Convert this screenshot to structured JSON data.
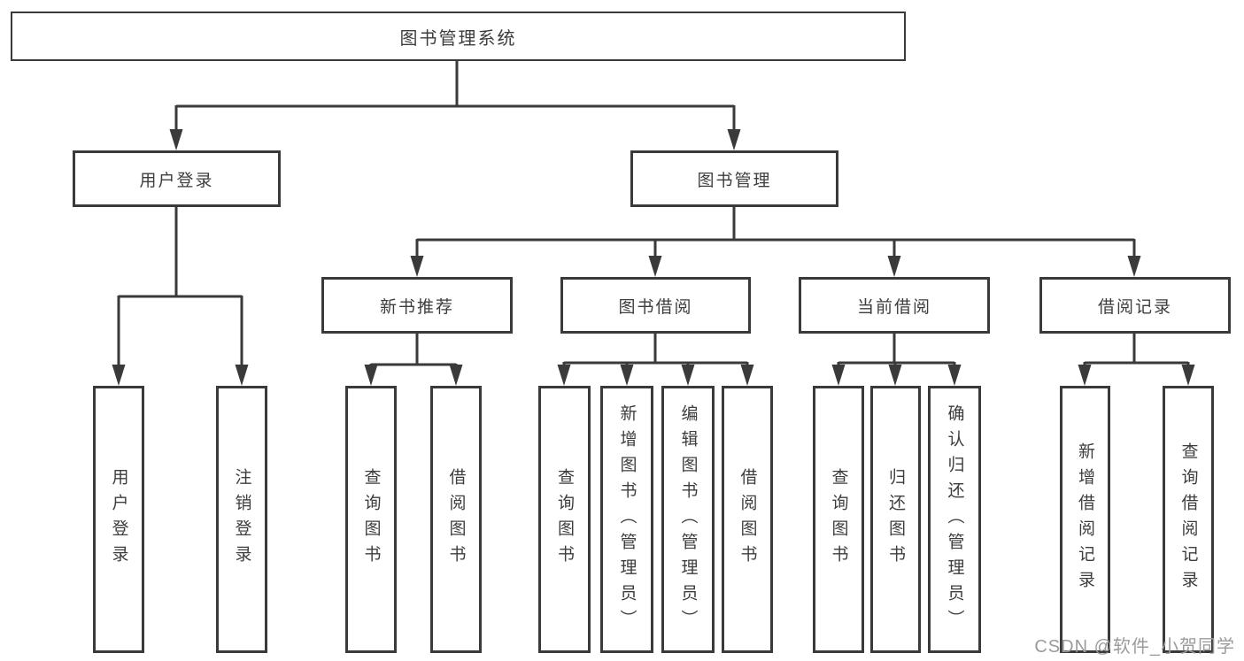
{
  "watermark": "CSDN @软件_小贺同学",
  "colors": {
    "line": "#3a3a3a",
    "text": "#3d3d3d",
    "background": "#ffffff",
    "watermark": "#9b9b9b"
  },
  "tree": {
    "label": "图书管理系统",
    "children": [
      {
        "label": "用户登录",
        "children": [
          {
            "label": "用户登录"
          },
          {
            "label": "注销登录"
          }
        ]
      },
      {
        "label": "图书管理",
        "children": [
          {
            "label": "新书推荐",
            "children": [
              {
                "label": "查询图书"
              },
              {
                "label": "借阅图书"
              }
            ]
          },
          {
            "label": "图书借阅",
            "children": [
              {
                "label": "查询图书"
              },
              {
                "label": "新增图书（管理员）"
              },
              {
                "label": "编辑图书（管理员）"
              },
              {
                "label": "借阅图书"
              }
            ]
          },
          {
            "label": "当前借阅",
            "children": [
              {
                "label": "查询图书"
              },
              {
                "label": "归还图书"
              },
              {
                "label": "确认归还（管理员）"
              }
            ]
          },
          {
            "label": "借阅记录",
            "children": [
              {
                "label": "新增借阅记录"
              },
              {
                "label": "查询借阅记录"
              }
            ]
          }
        ]
      }
    ]
  }
}
